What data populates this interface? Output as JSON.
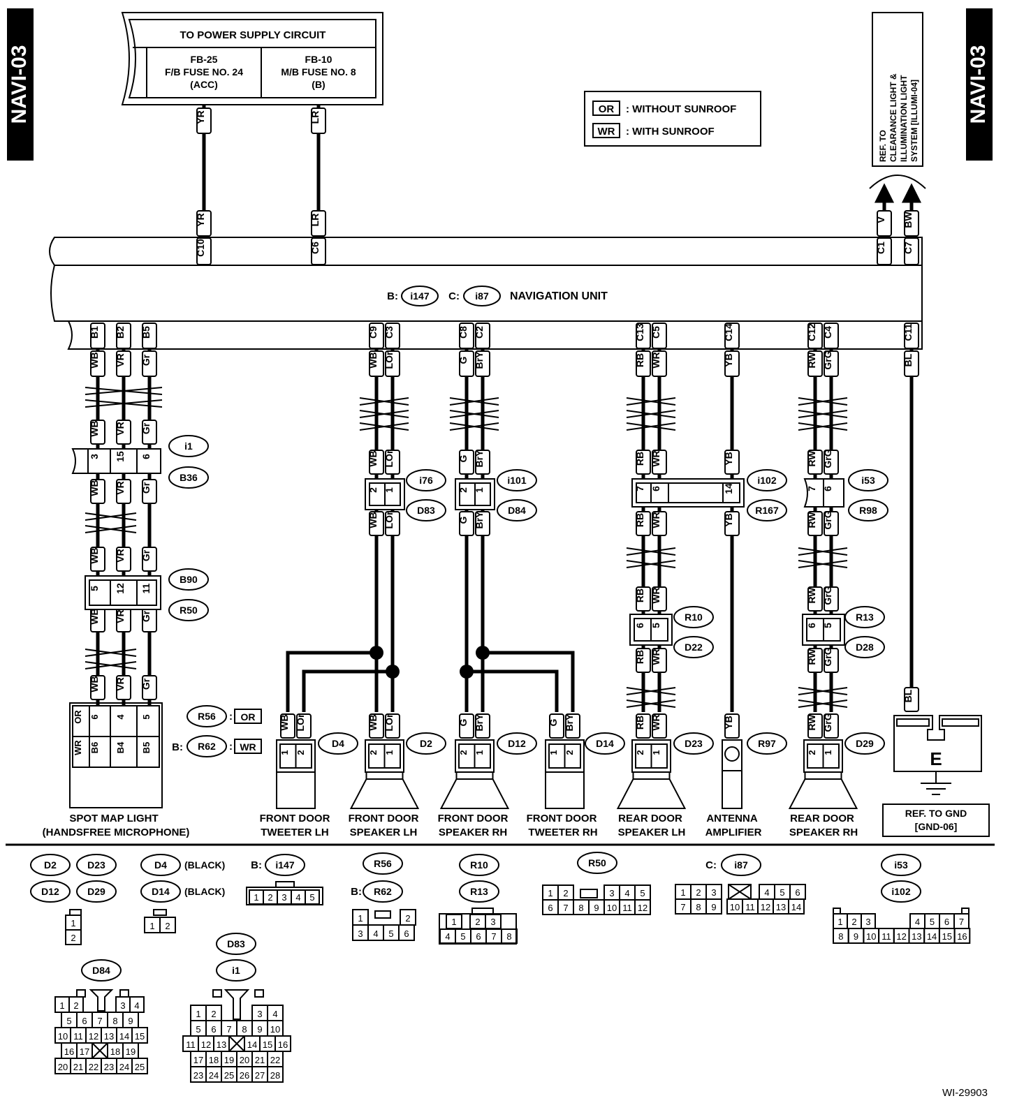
{
  "side_tab_left": "NAVI-03",
  "side_tab_right": "NAVI-03",
  "power_supply": {
    "title": "TO POWER SUPPLY CIRCUIT",
    "left": [
      "FB-25",
      "F/B FUSE NO. 24",
      "(ACC)"
    ],
    "right": [
      "FB-10",
      "M/B FUSE NO. 8",
      "(B)"
    ]
  },
  "legend": [
    {
      "code": "OR",
      "text": ": WITHOUT SUNROOF"
    },
    {
      "code": "WR",
      "text": ": WITH SUNROOF"
    }
  ],
  "ref_illum": [
    "REF. TO",
    "CLEARANCE LIGHT &",
    "ILLUMINATION LIGHT",
    "SYSTEM [ILLUMI-04]"
  ],
  "unit": {
    "b_prefix": "B:",
    "b_conn": "i147",
    "c_prefix": "C:",
    "c_conn": "i87",
    "name": "NAVIGATION UNIT"
  },
  "top_pins": [
    {
      "pin": "C10",
      "wire": "YR"
    },
    {
      "pin": "C6",
      "wire": "LR"
    },
    {
      "pin": "C1",
      "wire": "V"
    },
    {
      "pin": "C7",
      "wire": "BW"
    }
  ],
  "bottom_pins": [
    {
      "pin": "B1",
      "wire": "WB"
    },
    {
      "pin": "B2",
      "wire": "VR"
    },
    {
      "pin": "B5",
      "wire": "Gr"
    },
    {
      "pin": "C9",
      "wire": "WB"
    },
    {
      "pin": "C3",
      "wire": "LOr"
    },
    {
      "pin": "C8",
      "wire": "G"
    },
    {
      "pin": "C2",
      "wire": "BrY"
    },
    {
      "pin": "C13",
      "wire": "RB"
    },
    {
      "pin": "C5",
      "wire": "WR"
    },
    {
      "pin": "C14",
      "wire": "YB"
    },
    {
      "pin": "C12",
      "wire": "RW"
    },
    {
      "pin": "C4",
      "wire": "GrG"
    },
    {
      "pin": "C11",
      "wire": "BL"
    }
  ],
  "connectors": {
    "i1": "i1",
    "B36": "B36",
    "B90": "B90",
    "R50": "R50",
    "i76": "i76",
    "D83": "D83",
    "i101": "i101",
    "D84": "D84",
    "i102": "i102",
    "R167": "R167",
    "i53": "i53",
    "R98": "R98",
    "R10": "R10",
    "D22": "D22",
    "R13": "R13",
    "D28": "D28",
    "R56": "R56",
    "R62": "R62",
    "D4": "D4",
    "D2": "D2",
    "D12": "D12",
    "D14": "D14",
    "D23": "D23",
    "R97": "R97",
    "D29": "D29",
    "B_prefix": "B:"
  },
  "spot_pins": {
    "or_label": "OR",
    "wr_label": "WR",
    "or": [
      "6",
      "4",
      "5"
    ],
    "wr": [
      "B6",
      "B4",
      "B5"
    ]
  },
  "inline_pins": {
    "i1": [
      "3",
      "15",
      "6"
    ],
    "B90": [
      "5",
      "12",
      "11"
    ],
    "i76": [
      "2",
      "1"
    ],
    "i101": [
      "2",
      "1"
    ],
    "i102": [
      "7",
      "6",
      "14"
    ],
    "i53": [
      "7",
      "6"
    ],
    "R10": [
      "6",
      "5"
    ],
    "R13": [
      "6",
      "5"
    ]
  },
  "components": {
    "spot": [
      "SPOT MAP LIGHT",
      "(HANDSFREE MICROPHONE)"
    ],
    "ftl": [
      "FRONT DOOR",
      "TWEETER LH"
    ],
    "fsl": [
      "FRONT DOOR",
      "SPEAKER LH"
    ],
    "fsr": [
      "FRONT DOOR",
      "SPEAKER RH"
    ],
    "ftr": [
      "FRONT DOOR",
      "TWEETER RH"
    ],
    "rsl": [
      "REAR DOOR",
      "SPEAKER LH"
    ],
    "ant": [
      "ANTENNA",
      "AMPLIFIER"
    ],
    "rsr": [
      "REAR DOOR",
      "SPEAKER RH"
    ]
  },
  "ground": {
    "label": "E",
    "ref": [
      "REF. TO GND",
      "[GND-06]"
    ]
  },
  "views": {
    "d2": [
      "D2",
      "D23",
      "D12",
      "D29"
    ],
    "d4": [
      "D4",
      "D14"
    ],
    "black": "(BLACK)",
    "i147_prefix": "B:",
    "i147": "i147",
    "r56": "R56",
    "r62_prefix": "B:",
    "r62": "R62",
    "r10": "R10",
    "r13": "R13",
    "r50": "R50",
    "i87_prefix": "C:",
    "i87": "i87",
    "i53": "i53",
    "i102": "i102",
    "d84": "D84",
    "d83": "D83",
    "i1": "i1",
    "pins_d2": [
      "1",
      "2"
    ],
    "pins_d4": [
      "1",
      "2"
    ],
    "pins_i147": [
      "1",
      "2",
      "3",
      "4",
      "5"
    ],
    "pins_r56_top": [
      "1",
      "2"
    ],
    "pins_r56_bot": [
      "3",
      "4",
      "5",
      "6"
    ],
    "pins_r10_top": [
      "1",
      "2",
      "3"
    ],
    "pins_r10_bot": [
      "4",
      "5",
      "6",
      "7",
      "8"
    ],
    "pins_r50_top": [
      "1",
      "2",
      "3",
      "4",
      "5"
    ],
    "pins_r50_bot": [
      "6",
      "7",
      "8",
      "9",
      "10",
      "11",
      "12"
    ],
    "pins_i87_top": [
      "1",
      "2",
      "3",
      "4",
      "5",
      "6"
    ],
    "pins_i87_bot": [
      "7",
      "8",
      "9",
      "10",
      "11",
      "12",
      "13",
      "14"
    ],
    "pins_i53_top": [
      "1",
      "2",
      "3",
      "4",
      "5",
      "6",
      "7"
    ],
    "pins_i53_bot": [
      "8",
      "9",
      "10",
      "11",
      "12",
      "13",
      "14",
      "15",
      "16"
    ],
    "pins_d84": [
      [
        "1",
        "2",
        "3",
        "4"
      ],
      [
        "5",
        "6",
        "7",
        "8",
        "9"
      ],
      [
        "10",
        "11",
        "12",
        "13",
        "14",
        "15"
      ],
      [
        "16",
        "17",
        "18",
        "19"
      ],
      [
        "20",
        "21",
        "22",
        "23",
        "24",
        "25"
      ]
    ],
    "pins_d83": [
      [
        "1",
        "2",
        "3",
        "4"
      ],
      [
        "5",
        "6",
        "7",
        "8",
        "9",
        "10"
      ],
      [
        "11",
        "12",
        "13",
        "14",
        "15",
        "16"
      ],
      [
        "17",
        "18",
        "19",
        "20",
        "21",
        "22"
      ],
      [
        "23",
        "24",
        "25",
        "26",
        "27",
        "28"
      ]
    ]
  },
  "footer_code": "WI-29903"
}
